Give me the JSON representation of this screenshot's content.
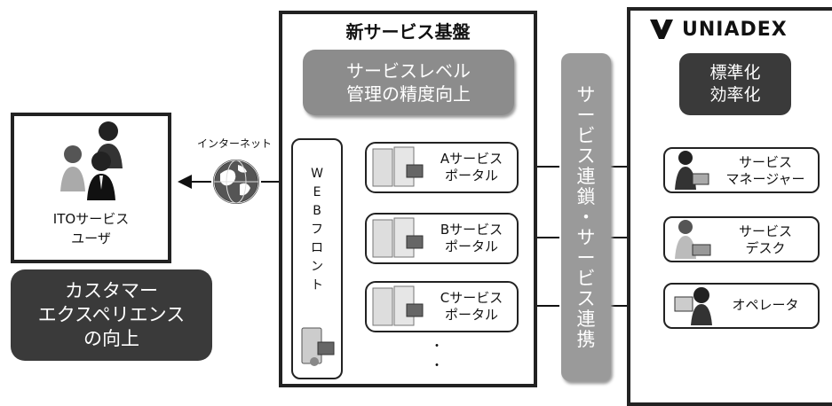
{
  "platform": {
    "title": "新サービス基盤",
    "sla_box": [
      "サービスレベル",
      "管理の精度向上"
    ],
    "webfront": "WEBフロント",
    "portals": [
      [
        "Aサービス",
        "ポータル"
      ],
      [
        "Bサービス",
        "ポータル"
      ],
      [
        "Cサービス",
        "ポータル"
      ]
    ],
    "continuation": "・\n・"
  },
  "user": {
    "label": [
      "ITOサービス",
      "ユーザ"
    ],
    "internet": "インターネット"
  },
  "customer_box": [
    "カスタマー",
    "エクスペリエンス",
    "の向上"
  ],
  "link_bar": "サービス連鎖・サービス連携",
  "vendor": {
    "logo": "UNIADEX",
    "std_box": [
      "標準化",
      "効率化"
    ],
    "roles": [
      [
        "サービス",
        "マネージャー"
      ],
      [
        "サービス",
        "デスク"
      ],
      [
        "オペレータ"
      ]
    ]
  },
  "colors": {
    "dark_box": "#3a3a3a",
    "grey_box": "#8c8c8c",
    "bar": "#9a9a9a",
    "frame": "#222222"
  }
}
